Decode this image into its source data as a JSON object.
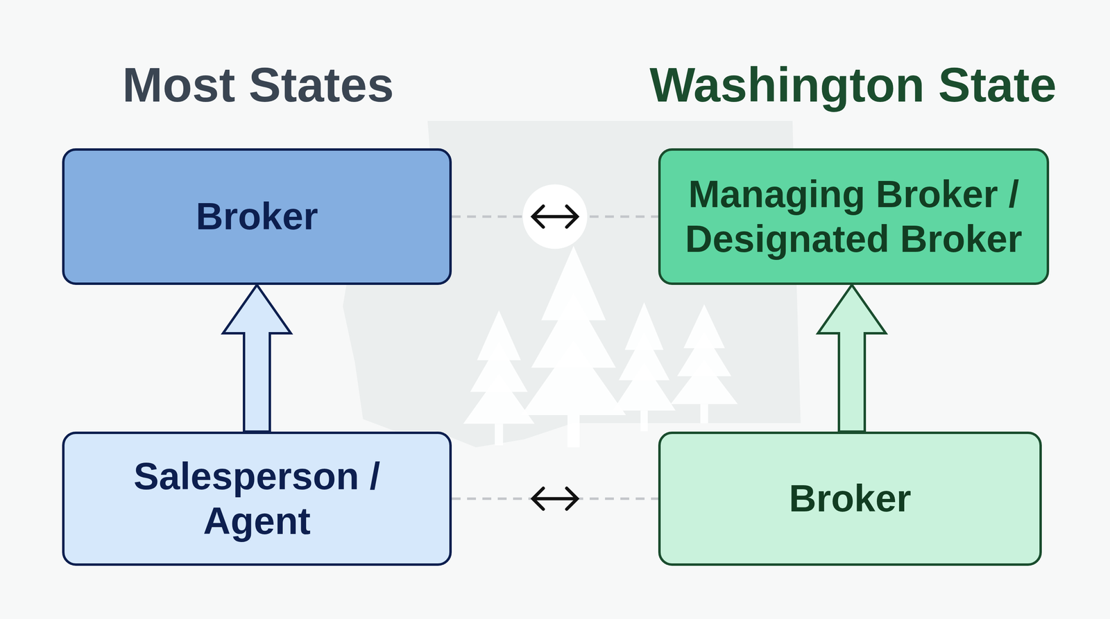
{
  "diagram": {
    "nodes": [
      {
        "text": [
          "Broker"
        ]
      },
      {
        "text": [
          "Managing Broker / Designated Broker"
        ]
      },
      {
        "text": [
          "Salesperson / Agent"
        ]
      },
      {
        "text": [
          "Broker"
        ]
      }
    ],
    "edges": [
      {
        "from": 2,
        "to": 0,
        "arrow": "to"
      },
      {
        "from": 3,
        "to": 1,
        "arrow": "to"
      },
      {
        "from": 0,
        "to": 1,
        "arrow": "both"
      },
      {
        "from": 2,
        "to": 3,
        "arrow": "both"
      }
    ],
    "labels": [
      "Most States",
      "Washington State"
    ]
  }
}
